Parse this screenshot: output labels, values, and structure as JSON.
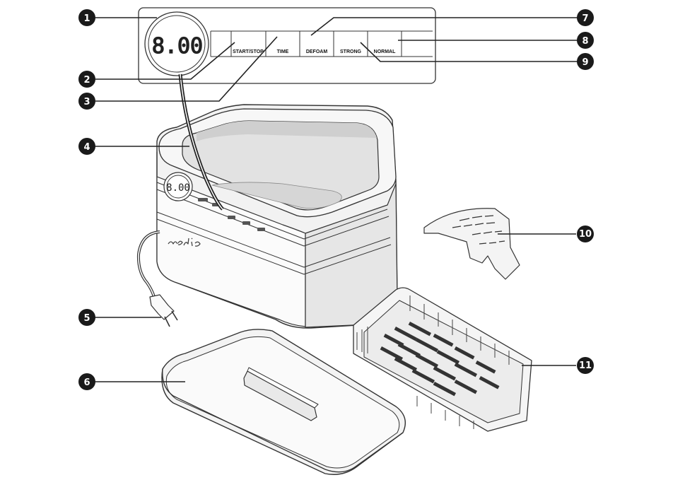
{
  "panel": {
    "display_value": "8.00",
    "buttons": [
      "START/STOP",
      "TIME",
      "DEFOAM",
      "STRONG",
      "NORMAL"
    ]
  },
  "device": {
    "display_value": "8.00",
    "brand": "nedis"
  },
  "callouts": [
    "1",
    "2",
    "3",
    "4",
    "5",
    "6",
    "7",
    "8",
    "9",
    "10",
    "11"
  ]
}
